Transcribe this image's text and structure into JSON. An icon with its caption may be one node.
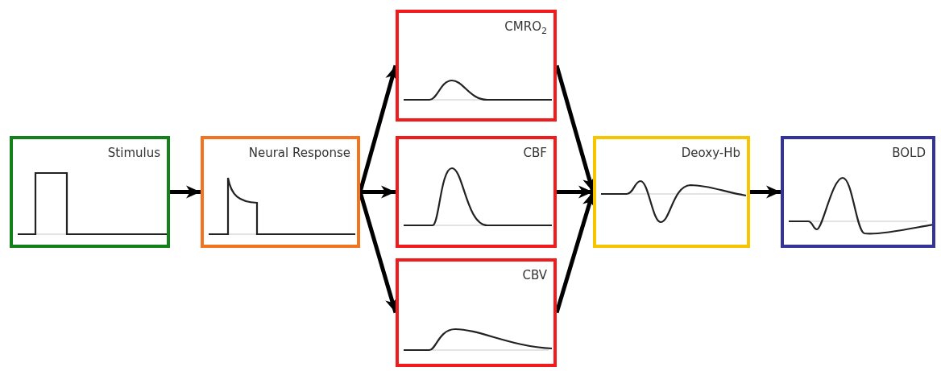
{
  "diagram": {
    "nodes": [
      {
        "text": [
          "Stimulus"
        ]
      },
      {
        "text": [
          "Neural Response"
        ]
      },
      {
        "text": [
          "CMRO$_{2}$"
        ]
      },
      {
        "text": [
          "CBF"
        ]
      },
      {
        "text": [
          "CBV"
        ]
      },
      {
        "text": [
          "Deoxy-Hb"
        ]
      },
      {
        "text": [
          "BOLD"
        ]
      }
    ],
    "edges": [
      {
        "from": 0,
        "to": 1,
        "arrow": "to"
      },
      {
        "from": 1,
        "to": 2,
        "arrow": "to"
      },
      {
        "from": 1,
        "to": 3,
        "arrow": "to"
      },
      {
        "from": 1,
        "to": 4,
        "arrow": "to"
      },
      {
        "from": 2,
        "to": 5,
        "arrow": "to"
      },
      {
        "from": 3,
        "to": 5,
        "arrow": "to"
      },
      {
        "from": 4,
        "to": 5,
        "arrow": "to"
      },
      {
        "from": 5,
        "to": 6,
        "arrow": "to"
      }
    ]
  }
}
